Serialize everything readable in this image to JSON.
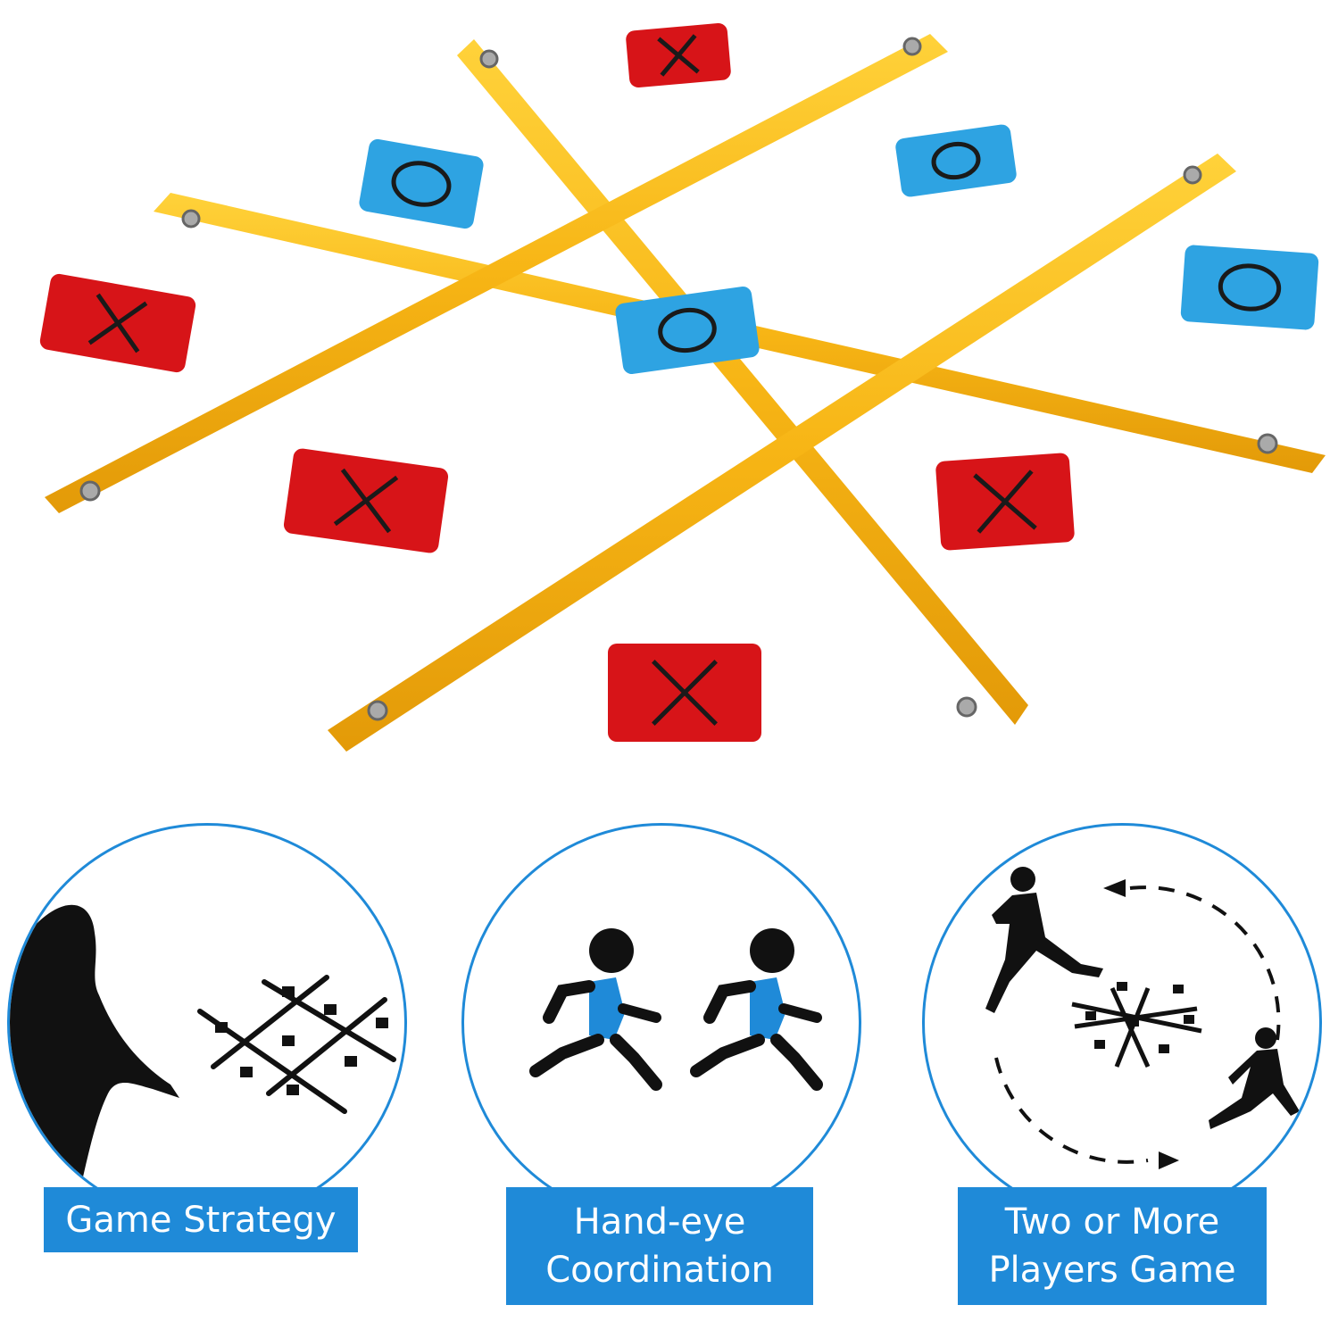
{
  "colors": {
    "accent_blue": "#1f8ad8",
    "strap_yellow": "#f7b515",
    "bag_red": "#d71418",
    "bag_blue": "#2ea3e2",
    "figure_black": "#111111"
  },
  "product": {
    "board_strap_count": 4,
    "bean_bags": [
      {
        "mark": "X",
        "color": "red"
      },
      {
        "mark": "O",
        "color": "blue"
      },
      {
        "mark": "O",
        "color": "blue"
      },
      {
        "mark": "X",
        "color": "red"
      },
      {
        "mark": "O",
        "color": "blue"
      },
      {
        "mark": "O",
        "color": "blue"
      },
      {
        "mark": "X",
        "color": "red"
      },
      {
        "mark": "X",
        "color": "red"
      },
      {
        "mark": "X",
        "color": "red"
      }
    ]
  },
  "features": [
    {
      "label": "Game Strategy",
      "icon": "person-tossing-bag-icon"
    },
    {
      "label": "Hand-eye\nCoordination",
      "icon": "two-runners-icon"
    },
    {
      "label": "Two or More\nPlayers  Game",
      "icon": "players-circling-board-icon"
    }
  ]
}
